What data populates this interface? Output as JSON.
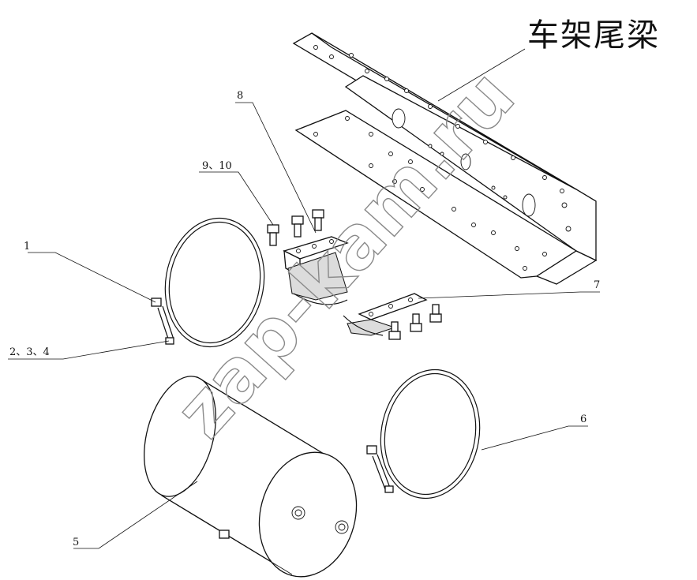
{
  "title": "车架尾梁",
  "watermark": "zap-kam.ru",
  "callouts": [
    {
      "id": "c1",
      "label": "1"
    },
    {
      "id": "c2",
      "label": "2、3、4"
    },
    {
      "id": "c5",
      "label": "5"
    },
    {
      "id": "c6",
      "label": "6"
    },
    {
      "id": "c7",
      "label": "7"
    },
    {
      "id": "c8",
      "label": "8"
    },
    {
      "id": "c9",
      "label": "9、10"
    }
  ],
  "parts": [
    {
      "name": "frame-rear-crossmember"
    },
    {
      "name": "air-tank"
    },
    {
      "name": "mounting-strap-rear"
    },
    {
      "name": "mounting-strap-front"
    },
    {
      "name": "bracket-left"
    },
    {
      "name": "bracket-right"
    },
    {
      "name": "bolts"
    }
  ]
}
